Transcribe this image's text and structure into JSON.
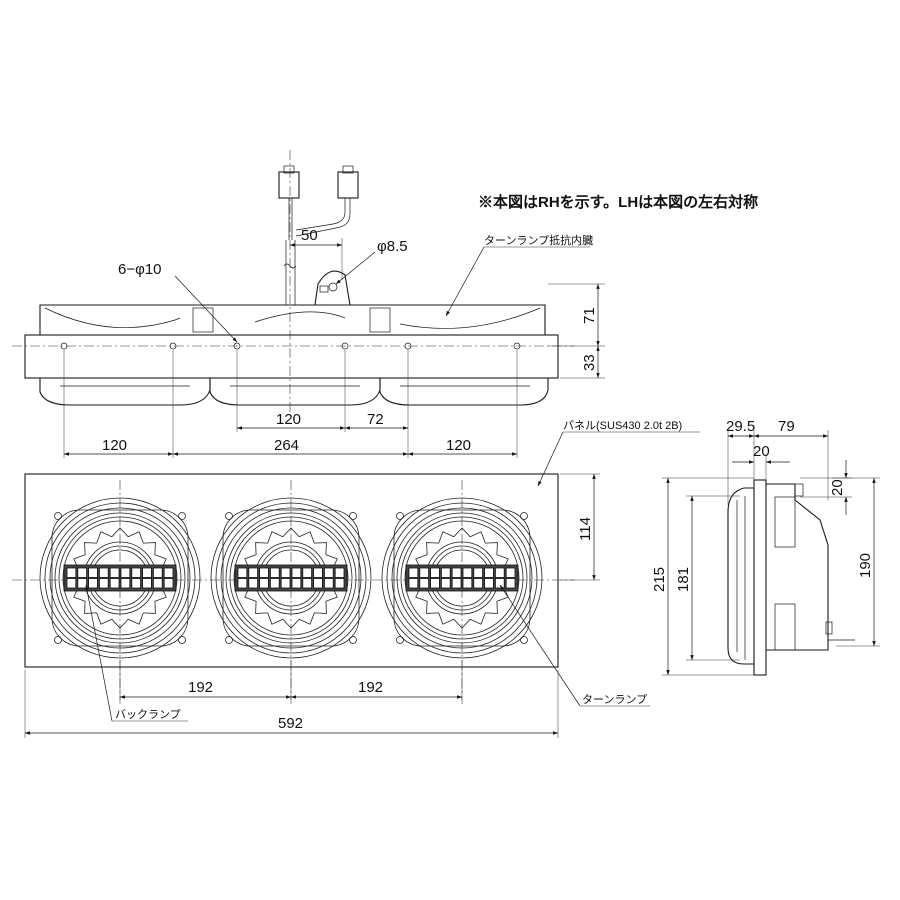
{
  "note": "※本図はRHを示す。LHは本図の左右対称",
  "labels": {
    "hole": "6−φ10",
    "phi": "φ8.5",
    "resistor": "ターンランプ抵抗内臓",
    "panel": "パネル(SUS430 2.0t 2B)",
    "back_lamp": "バックランプ",
    "turn_lamp": "ターンランプ"
  },
  "dimensions": {
    "d50": "50",
    "d71": "71",
    "d33": "33",
    "d120a": "120",
    "d72": "72",
    "d120b": "120",
    "d264": "264",
    "d120c": "120",
    "d114": "114",
    "d192a": "192",
    "d192b": "192",
    "d592": "592",
    "d29_5": "29.5",
    "d79": "79",
    "d20a": "20",
    "d20b": "20",
    "d215": "215",
    "d181": "181",
    "d190": "190"
  },
  "lamps": [
    {
      "name": "left"
    },
    {
      "name": "center"
    },
    {
      "name": "right"
    }
  ]
}
